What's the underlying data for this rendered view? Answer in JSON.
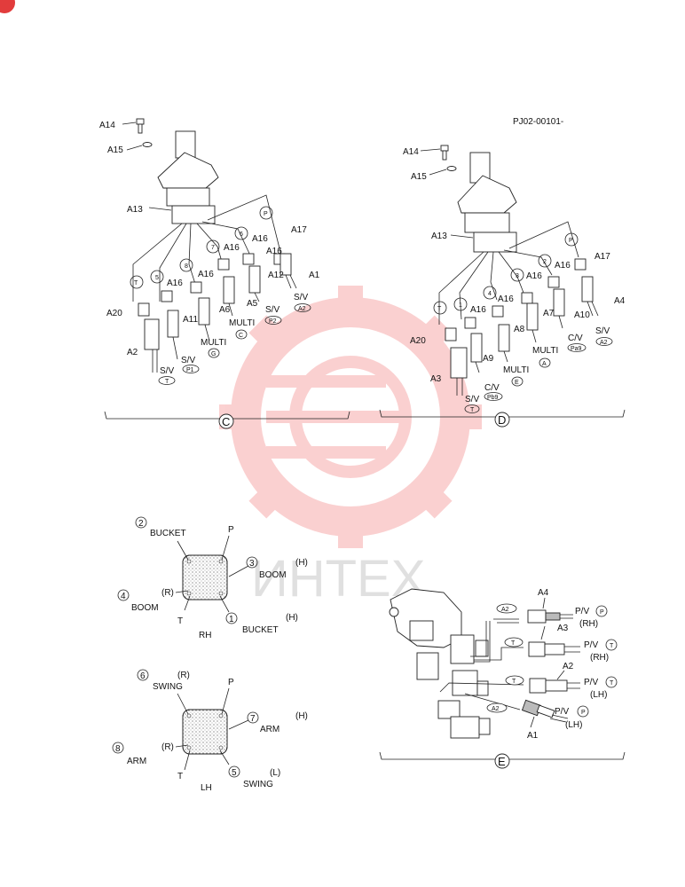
{
  "drawing_no": "PJ02-00101-",
  "watermark": {
    "text": "ИНТЕХ",
    "color": "#f05a5a"
  },
  "view_c": {
    "section_label": "C",
    "parts": [
      "A14",
      "A15",
      "A13",
      "A20",
      "A2",
      "A11",
      "A16",
      "A16",
      "A16",
      "A16",
      "A16",
      "A17",
      "A6",
      "A5",
      "A12",
      "A1"
    ],
    "port_circles": [
      "T",
      "5",
      "8",
      "7",
      "6",
      "P"
    ],
    "texts": {
      "multi_g": "MULTI",
      "g": "G",
      "multi_c": "MULTI",
      "c": "C",
      "sv1": "S/V",
      "p2": "P2",
      "sv2": "S/V",
      "a2": "A2",
      "sv3": "S/V",
      "p1": "P1",
      "sv4": "S/V",
      "t": "T"
    }
  },
  "view_d": {
    "section_label": "D",
    "parts": [
      "A14",
      "A15",
      "A13",
      "A20",
      "A3",
      "A9",
      "A8",
      "A7",
      "A10",
      "A4",
      "A16",
      "A16",
      "A16",
      "A16",
      "A17"
    ],
    "port_circles": [
      "T",
      "1",
      "4",
      "3",
      "2",
      "P"
    ],
    "texts": {
      "sv_t": "S/V",
      "t": "T",
      "cv1": "C/V",
      "pb9": "Pb9",
      "multi_e": "MULTI",
      "e": "E",
      "multi_a": "MULTI",
      "a": "A",
      "cv2": "C/V",
      "pa9": "Pa9",
      "sv_a2": "S/V",
      "a2": "A2"
    }
  },
  "rh_pattern": {
    "num_bucket_top": "2",
    "bucket_top": "BUCKET",
    "p": "P",
    "num_boom_right": "3",
    "boom_right": "BOOM",
    "h_right": "(H)",
    "num_boom_left": "4",
    "boom_left": "BOOM",
    "r": "(R)",
    "t": "T",
    "caption": "RH",
    "num_bucket_bottom": "1",
    "bucket_bottom": "BUCKET",
    "h_bottom": "(H)"
  },
  "lh_pattern": {
    "num_swing_top": "6",
    "r_top": "(R)",
    "swing_top": "SWING",
    "p": "P",
    "num_arm_right": "7",
    "h_right": "(H)",
    "arm_right": "ARM",
    "num_arm_left": "8",
    "arm_left": "ARM",
    "r_left": "(R)",
    "t": "T",
    "caption": "LH",
    "num_swing_bottom": "5",
    "swing_bottom": "SWING",
    "l_bottom": "(L)"
  },
  "view_e": {
    "section_label": "E",
    "rows": [
      {
        "tag": "A2",
        "part": "A4",
        "pv": "P/V",
        "port": "P",
        "side": "(RH)"
      },
      {
        "tag": "T",
        "part": "A3",
        "pv": "P/V",
        "port": "T",
        "side": "(RH)"
      },
      {
        "tag": "T",
        "part": "A2",
        "pv": "P/V",
        "port": "T",
        "side": "(LH)"
      },
      {
        "tag": "A2",
        "part": "A1",
        "pv": "P/V",
        "port": "P",
        "side": "(LH)"
      }
    ]
  }
}
